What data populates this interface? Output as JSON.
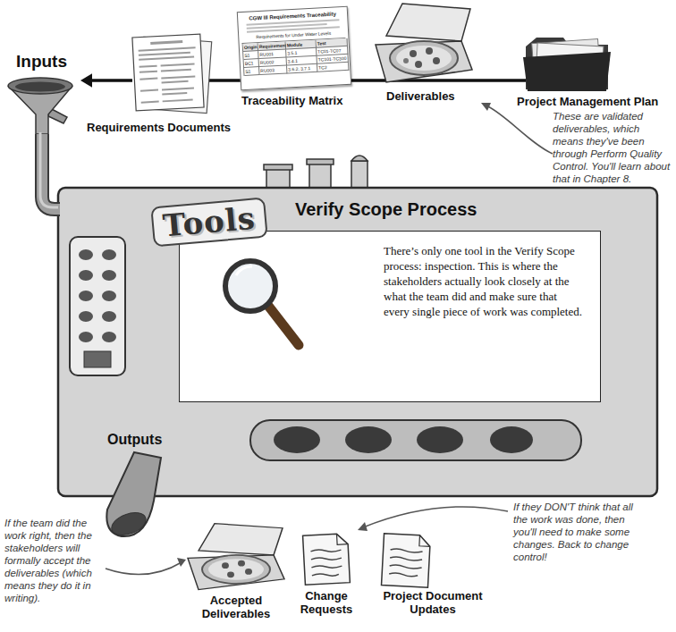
{
  "diagram": {
    "nodes": [
      {
        "text": [
          "Inputs"
        ]
      },
      {
        "text": [
          "Requirements Documents"
        ]
      },
      {
        "text": [
          "Traceability Matrix"
        ]
      },
      {
        "text": [
          "Deliverables"
        ]
      },
      {
        "text": [
          "Project Management Plan"
        ]
      },
      {
        "text": [
          "Verify Scope Process"
        ]
      },
      {
        "text": [
          "There’s only one tool in the Verify Scope process: inspection. This is where the stakeholders actually look closely at the what the team did and make sure that every single piece of work was completed."
        ],
        "in": 5
      },
      {
        "text": [
          "Outputs"
        ]
      },
      {
        "text": [
          "Accepted Deliverables"
        ]
      },
      {
        "text": [
          "Change Requests"
        ]
      },
      {
        "text": [
          "Project Document Updates"
        ]
      }
    ],
    "edges": [
      {
        "from": 1,
        "to": 0,
        "arrow": "to"
      },
      {
        "from": 0,
        "to": 5,
        "arrow": "none"
      }
    ],
    "labels": [
      "Tools",
      "These are validated deliverables, which means they've been through Perform Quality Control. You'll learn about that in Chapter 8.",
      "If the team did the work right, then the stakeholders will formally accept the deliverables (which means they do it in writing).",
      "If they DON'T think that all the work was done, then you'll need to make some changes. Back to change control!",
      "CGW III Requirements Traceability",
      "Requirements for Under Water Levels",
      "Origin",
      "Requirement",
      "Module",
      "Test",
      "S1",
      "RU001",
      "3.5.1",
      "TC01-TC07",
      "BC1",
      "RU002",
      "3.4.1",
      "TC101-TC300",
      "S1",
      "RU003",
      "3.6.2, 3.7.1",
      "TC2"
    ]
  }
}
